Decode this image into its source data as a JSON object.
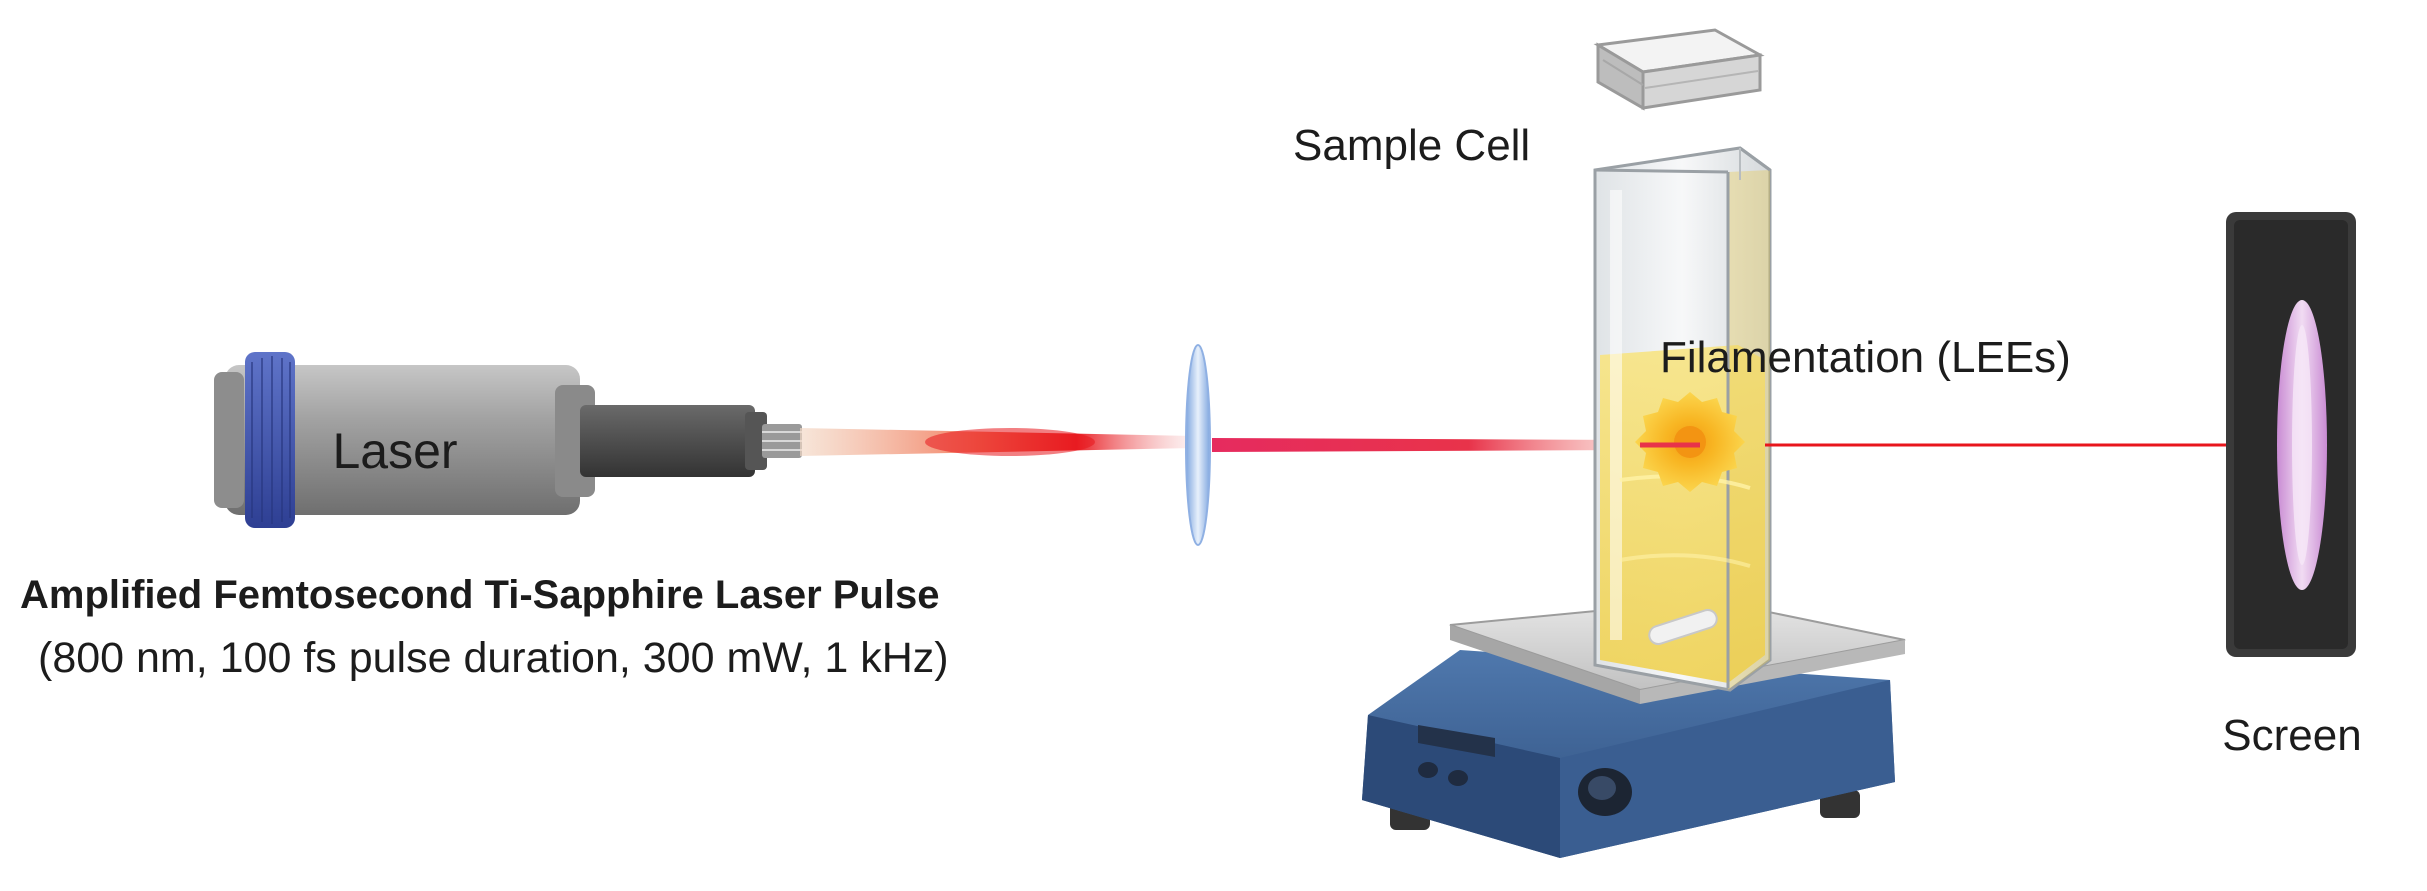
{
  "labels": {
    "laser": "Laser",
    "sample_cell": "Sample Cell",
    "filamentation": "Filamentation (LEEs)",
    "screen": "Screen",
    "pulse_title": "Amplified Femtosecond Ti-Sapphire Laser Pulse",
    "pulse_params": "(800 nm, 100 fs pulse duration, 300 mW, 1 kHz)"
  },
  "colors": {
    "laser_beam": "#e8161c",
    "focused_beam": "#e62b5f",
    "lens": "#a9c7ef",
    "solution": "#f2dc6b",
    "filament_glow": "#f7b21a",
    "stirrer_body": "#3e6393",
    "screen_frame": "#3a3a3a",
    "screen_spot": "#c79ad3"
  },
  "icons": {
    "laser_head": "laser-head-icon",
    "lens": "focusing-lens-icon",
    "cuvette": "cuvette-icon",
    "cap": "cuvette-cap-icon",
    "stirrer": "magnetic-stirrer-icon",
    "stir_bar": "stir-bar-icon",
    "filament": "filament-glow-icon",
    "screen": "screen-icon"
  }
}
